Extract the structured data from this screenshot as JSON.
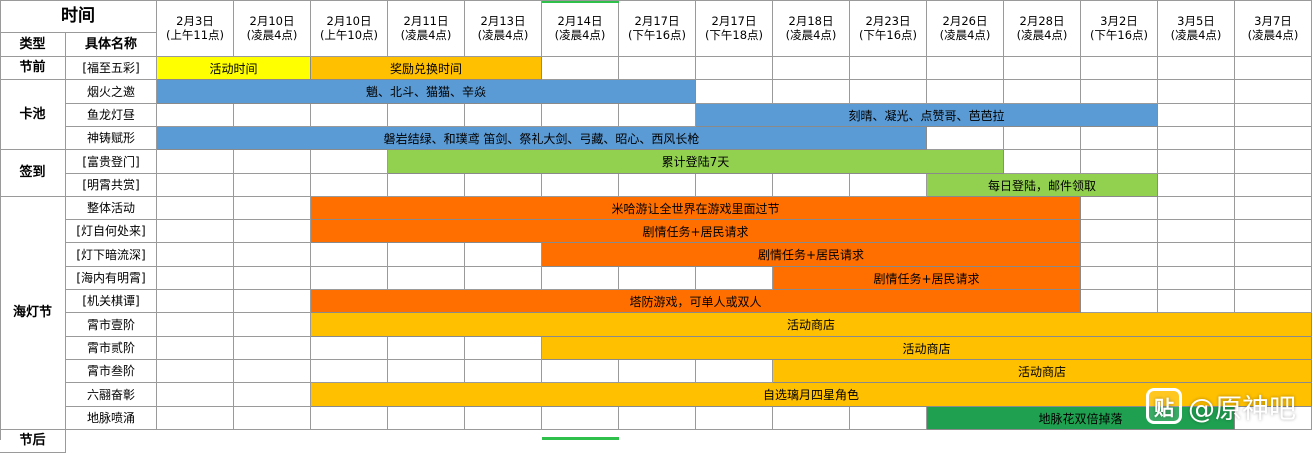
{
  "header": {
    "time_title": "时间",
    "type_label": "类型",
    "name_label": "具体名称",
    "dates": [
      {
        "date": "2月3日",
        "time": "(上午11点)"
      },
      {
        "date": "2月10日",
        "time": "(凌晨4点)"
      },
      {
        "date": "2月10日",
        "time": "(上午10点)"
      },
      {
        "date": "2月11日",
        "time": "(凌晨4点)"
      },
      {
        "date": "2月13日",
        "time": "(凌晨4点)"
      },
      {
        "date": "2月14日",
        "time": "(凌晨4点)"
      },
      {
        "date": "2月17日",
        "time": "(下午16点)"
      },
      {
        "date": "2月17日",
        "time": "(下午18点)"
      },
      {
        "date": "2月18日",
        "time": "(凌晨4点)"
      },
      {
        "date": "2月23日",
        "time": "(下午16点)"
      },
      {
        "date": "2月26日",
        "time": "(凌晨4点)"
      },
      {
        "date": "2月28日",
        "time": "(凌晨4点)"
      },
      {
        "date": "3月2日",
        "time": "(下午16点)"
      },
      {
        "date": "3月5日",
        "time": "(凌晨4点)"
      },
      {
        "date": "3月7日",
        "time": "(凌晨4点)"
      }
    ]
  },
  "colors": {
    "yellow": "#ffff00",
    "amber": "#ffc000",
    "blue": "#5b9bd5",
    "light_green": "#92d050",
    "orange": "#ff6f00",
    "dark_green": "#1fa050",
    "highlight_green": "#2ec04a"
  },
  "groups": [
    {
      "label": "节前",
      "rows": 1
    },
    {
      "label": "卡池",
      "rows": 3
    },
    {
      "label": "签到",
      "rows": 2
    },
    {
      "label": "海灯节",
      "rows": 10
    },
    {
      "label": "节后",
      "rows": 1
    }
  ],
  "rows": [
    {
      "name": "[福至五彩]",
      "bars": [
        {
          "from": 0,
          "to": 2,
          "color": "yellow",
          "text": "活动时间"
        },
        {
          "from": 2,
          "to": 5,
          "color": "amber",
          "text": "奖励兑换时间"
        }
      ]
    },
    {
      "name": "烟火之邀",
      "bars": [
        {
          "from": 0,
          "to": 7,
          "color": "blue",
          "text": "魈、北斗、猫猫、辛焱"
        }
      ]
    },
    {
      "name": "鱼龙灯昼",
      "bars": [
        {
          "from": 7,
          "to": 13,
          "color": "blue",
          "text": "刻晴、凝光、点赞哥、芭芭拉"
        }
      ]
    },
    {
      "name": "神铸赋形",
      "bars": [
        {
          "from": 0,
          "to": 10,
          "color": "blue",
          "text": "磐岩结绿、和璞鸢     笛剑、祭礼大剑、弓藏、昭心、西风长枪"
        }
      ]
    },
    {
      "name": "[富贵登门]",
      "bars": [
        {
          "from": 3,
          "to": 11,
          "color": "light_green",
          "text": "累计登陆7天"
        }
      ]
    },
    {
      "name": "[明霄共赏]",
      "bars": [
        {
          "from": 10,
          "to": 13,
          "color": "light_green",
          "text": "每日登陆，邮件领取"
        }
      ]
    },
    {
      "name": "整体活动",
      "bars": [
        {
          "from": 2,
          "to": 12,
          "color": "orange",
          "text": "米哈游让全世界在游戏里面过节"
        }
      ]
    },
    {
      "name": "[灯自何处来]",
      "bars": [
        {
          "from": 2,
          "to": 12,
          "color": "orange",
          "text": "剧情任务+居民请求"
        }
      ]
    },
    {
      "name": "[灯下暗流深]",
      "bars": [
        {
          "from": 5,
          "to": 12,
          "color": "orange",
          "text": "剧情任务+居民请求"
        }
      ]
    },
    {
      "name": "[海内有明霄]",
      "bars": [
        {
          "from": 8,
          "to": 12,
          "color": "orange",
          "text": "剧情任务+居民请求"
        }
      ]
    },
    {
      "name": "[机关棋谭]",
      "bars": [
        {
          "from": 2,
          "to": 12,
          "color": "orange",
          "text": "塔防游戏，可单人或双人"
        }
      ]
    },
    {
      "name": "霄市壹阶",
      "bars": [
        {
          "from": 2,
          "to": 15,
          "color": "amber",
          "text": "活动商店"
        }
      ]
    },
    {
      "name": "霄市贰阶",
      "bars": [
        {
          "from": 5,
          "to": 15,
          "color": "amber",
          "text": "活动商店"
        }
      ]
    },
    {
      "name": "霄市叁阶",
      "bars": [
        {
          "from": 8,
          "to": 15,
          "color": "amber",
          "text": "活动商店"
        }
      ]
    },
    {
      "name": "六翮奋彰",
      "bars": [
        {
          "from": 2,
          "to": 15,
          "color": "amber",
          "text": "自选璃月四星角色"
        }
      ]
    },
    {
      "name": "地脉喷涌",
      "bars": [
        {
          "from": 10,
          "to": 14,
          "color": "dark_green",
          "text": "地脉花双倍掉落"
        }
      ]
    }
  ],
  "watermark": {
    "icon_glyph": "贴",
    "text": "@原神吧"
  }
}
